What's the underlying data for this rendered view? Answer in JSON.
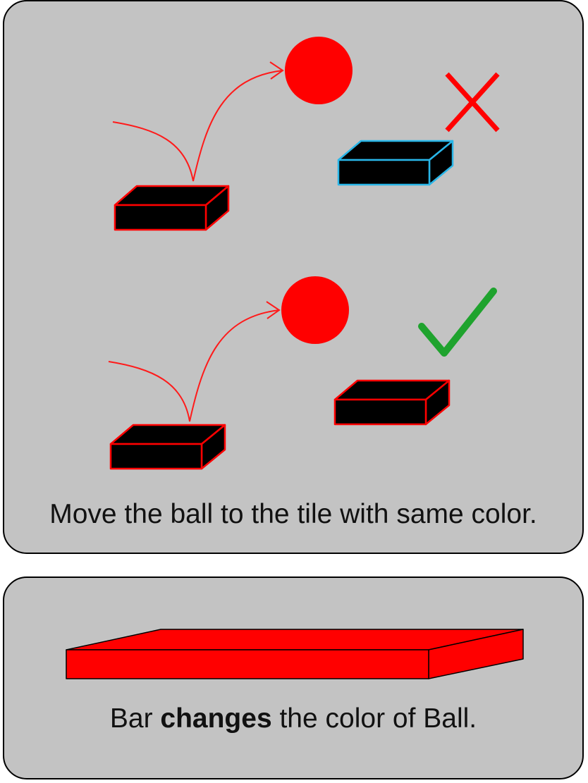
{
  "rules_panel": {
    "instruction_text": "Move the ball to the tile with same color.",
    "examples": [
      {
        "ball_color": "#ff0000",
        "tile_color": "#ff0000",
        "target_tile_outline": "#29b6e8",
        "result": "incorrect",
        "result_icon": "cross-mark-icon",
        "result_color": "#ff0000"
      },
      {
        "ball_color": "#ff0000",
        "tile_color": "#ff0000",
        "target_tile_outline": "#ff0000",
        "result": "correct",
        "result_icon": "check-mark-icon",
        "result_color": "#1fa32e"
      }
    ]
  },
  "bar_panel": {
    "bar_color": "#ff0000",
    "text_before": "Bar ",
    "text_bold": "changes",
    "text_after": " the color of Ball."
  }
}
